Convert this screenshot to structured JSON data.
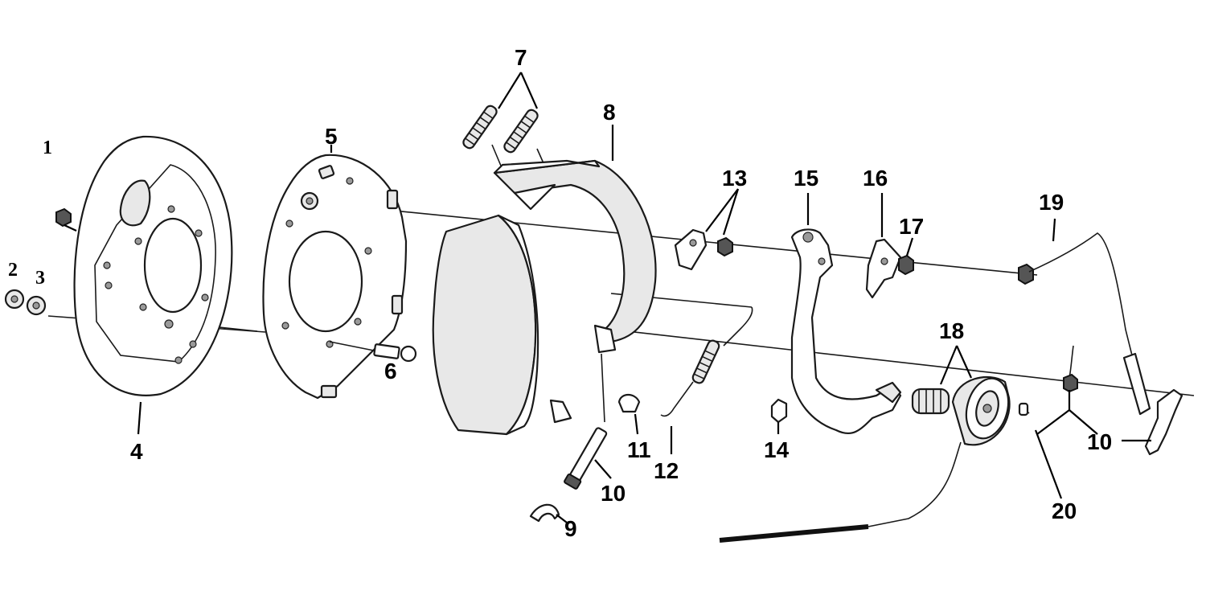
{
  "diagram": {
    "callouts": [
      {
        "id": "c1",
        "text": "1"
      },
      {
        "id": "c2",
        "text": "2"
      },
      {
        "id": "c3",
        "text": "3"
      },
      {
        "id": "c4",
        "text": "4"
      },
      {
        "id": "c5",
        "text": "5"
      },
      {
        "id": "c6",
        "text": "6"
      },
      {
        "id": "c7",
        "text": "7"
      },
      {
        "id": "c8",
        "text": "8"
      },
      {
        "id": "c9",
        "text": "9"
      },
      {
        "id": "c10a",
        "text": "10"
      },
      {
        "id": "c11",
        "text": "11"
      },
      {
        "id": "c12",
        "text": "12"
      },
      {
        "id": "c13",
        "text": "13"
      },
      {
        "id": "c14",
        "text": "14"
      },
      {
        "id": "c15",
        "text": "15"
      },
      {
        "id": "c16",
        "text": "16"
      },
      {
        "id": "c17",
        "text": "17"
      },
      {
        "id": "c18",
        "text": "18"
      },
      {
        "id": "c19",
        "text": "19"
      },
      {
        "id": "c10b",
        "text": "10"
      },
      {
        "id": "c20",
        "text": "20"
      }
    ]
  }
}
